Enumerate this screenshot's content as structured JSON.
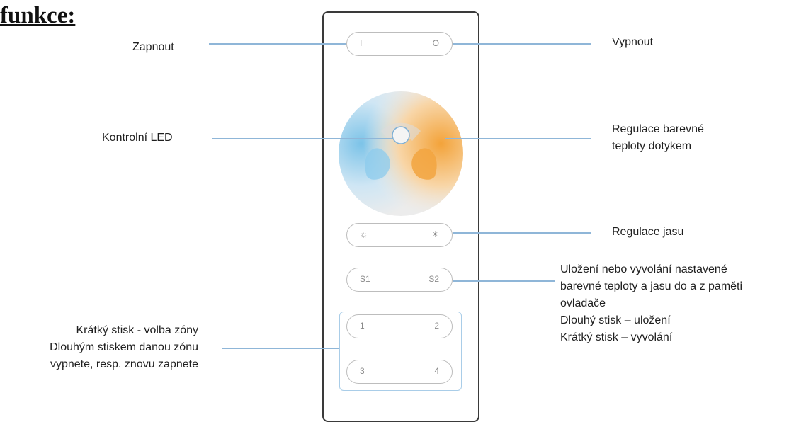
{
  "heading": "funkce:",
  "buttons": {
    "on": {
      "left": "I",
      "right": "O"
    },
    "brightness": {
      "left": "☼",
      "right": "☀"
    },
    "scene": {
      "left": "S1",
      "right": "S2"
    },
    "zone_a": {
      "left": "1",
      "right": "2"
    },
    "zone_b": {
      "left": "3",
      "right": "4"
    }
  },
  "labels": {
    "zapnout": "Zapnout",
    "vypnout": "Vypnout",
    "kontrolni_led": "Kontrolní LED",
    "regulace_teploty": [
      "Regulace barevné",
      "teploty dotykem"
    ],
    "regulace_jasu": "Regulace jasu",
    "ulozeni": [
      "Uložení nebo vyvolání nastavené",
      "barevné teploty a jasu do a z paměti",
      "ovladače",
      "Dlouhý stisk – uložení",
      "Krátký stisk – vyvolání"
    ],
    "zony": [
      "Krátký stisk - volba zóny",
      "Dlouhým stiskem danou zónu",
      "vypnete, resp. znovu zapnete"
    ]
  },
  "colors": {
    "line": "#8fb6d8",
    "cool": "#7cc3e8",
    "warm": "#f3a33a",
    "wheel": "#e8e8e8",
    "frame": "#3a3a3a"
  }
}
